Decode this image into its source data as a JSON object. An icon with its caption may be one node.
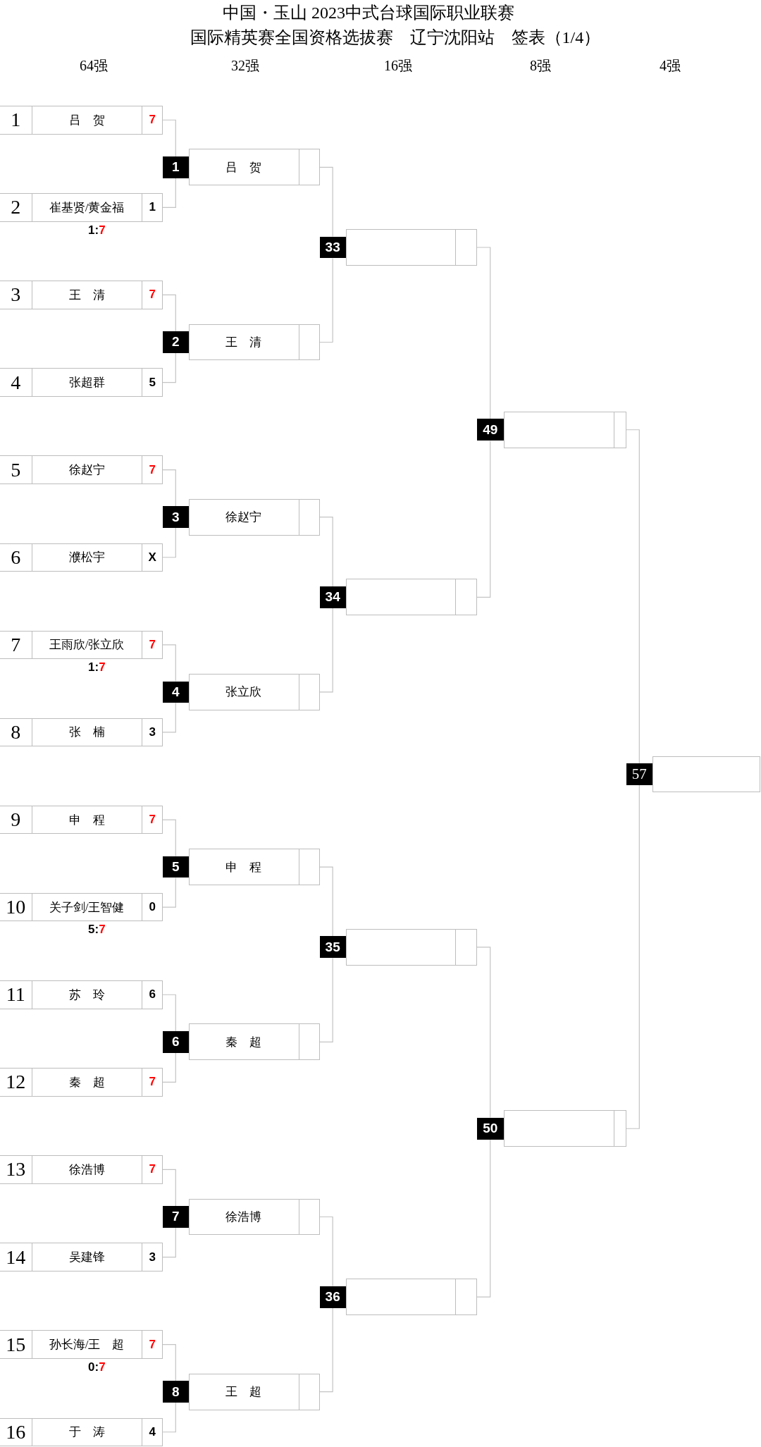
{
  "diagram": {
    "title": "中国・玉山 2023中式台球国际职业联赛",
    "nodes": [
      {
        "text": [
          "1",
          "吕　贺",
          "7"
        ]
      },
      {
        "text": [
          "2",
          "崔基贤/黄金福",
          "1"
        ],
        "beside": [
          "1:7"
        ]
      },
      {
        "text": [
          "3",
          "王　清",
          "7"
        ]
      },
      {
        "text": [
          "4",
          "张超群",
          "5"
        ]
      },
      {
        "text": [
          "5",
          "徐赵宁",
          "7"
        ]
      },
      {
        "text": [
          "6",
          "濮松宇",
          "X"
        ]
      },
      {
        "text": [
          "7",
          "王雨欣/张立欣",
          "7"
        ],
        "beside": [
          "1:7"
        ]
      },
      {
        "text": [
          "8",
          "张　楠",
          "3"
        ]
      },
      {
        "text": [
          "9",
          "申　程",
          "7"
        ]
      },
      {
        "text": [
          "10",
          "关子剑/王智健",
          "0"
        ],
        "beside": [
          "5:7"
        ]
      },
      {
        "text": [
          "11",
          "苏　玲",
          "6"
        ]
      },
      {
        "text": [
          "12",
          "秦　超",
          "7"
        ]
      },
      {
        "text": [
          "13",
          "徐浩博",
          "7"
        ]
      },
      {
        "text": [
          "14",
          "吴建锋",
          "3"
        ]
      },
      {
        "text": [
          "15",
          "孙长海/王　超",
          "7"
        ],
        "beside": [
          "0:7"
        ]
      },
      {
        "text": [
          "16",
          "于　涛",
          "4"
        ]
      },
      {
        "text": [
          "1"
        ]
      },
      {
        "text": [
          "吕　贺"
        ]
      },
      {
        "text": [
          "2"
        ]
      },
      {
        "text": [
          "王　清"
        ]
      },
      {
        "text": [
          "3"
        ]
      },
      {
        "text": [
          "徐赵宁"
        ]
      },
      {
        "text": [
          "4"
        ]
      },
      {
        "text": [
          "张立欣"
        ]
      },
      {
        "text": [
          "5"
        ]
      },
      {
        "text": [
          "申　程"
        ]
      },
      {
        "text": [
          "6"
        ]
      },
      {
        "text": [
          "秦　超"
        ]
      },
      {
        "text": [
          "7"
        ]
      },
      {
        "text": [
          "徐浩博"
        ]
      },
      {
        "text": [
          "8"
        ]
      },
      {
        "text": [
          "王　超"
        ]
      },
      {
        "text": [
          "33"
        ]
      },
      {
        "text": [],
        "shape": "box"
      },
      {
        "text": [
          "34"
        ]
      },
      {
        "text": [],
        "shape": "box"
      },
      {
        "text": [
          "35"
        ]
      },
      {
        "text": [],
        "shape": "box"
      },
      {
        "text": [
          "36"
        ]
      },
      {
        "text": [],
        "shape": "box"
      },
      {
        "text": [
          "49"
        ]
      },
      {
        "text": [],
        "shape": "box"
      },
      {
        "text": [
          "50"
        ]
      },
      {
        "text": [],
        "shape": "box"
      },
      {
        "text": [
          "57"
        ]
      },
      {
        "text": [],
        "shape": "box"
      }
    ],
    "edges": [
      {
        "from": 0,
        "to": 16,
        "arrow": "none"
      },
      {
        "from": 1,
        "to": 16,
        "arrow": "none"
      },
      {
        "from": 2,
        "to": 18,
        "arrow": "none"
      },
      {
        "from": 3,
        "to": 18,
        "arrow": "none"
      },
      {
        "from": 4,
        "to": 20,
        "arrow": "none"
      },
      {
        "from": 5,
        "to": 20,
        "arrow": "none"
      },
      {
        "from": 6,
        "to": 22,
        "arrow": "none"
      },
      {
        "from": 7,
        "to": 22,
        "arrow": "none"
      },
      {
        "from": 8,
        "to": 24,
        "arrow": "none"
      },
      {
        "from": 9,
        "to": 24,
        "arrow": "none"
      },
      {
        "from": 10,
        "to": 26,
        "arrow": "none"
      },
      {
        "from": 11,
        "to": 26,
        "arrow": "none"
      },
      {
        "from": 12,
        "to": 28,
        "arrow": "none"
      },
      {
        "from": 13,
        "to": 28,
        "arrow": "none"
      },
      {
        "from": 14,
        "to": 30,
        "arrow": "none"
      },
      {
        "from": 15,
        "to": 30,
        "arrow": "none"
      },
      {
        "from": 17,
        "to": 32,
        "arrow": "none"
      },
      {
        "from": 19,
        "to": 32,
        "arrow": "none"
      },
      {
        "from": 21,
        "to": 34,
        "arrow": "none"
      },
      {
        "from": 23,
        "to": 34,
        "arrow": "none"
      },
      {
        "from": 25,
        "to": 36,
        "arrow": "none"
      },
      {
        "from": 27,
        "to": 36,
        "arrow": "none"
      },
      {
        "from": 29,
        "to": 38,
        "arrow": "none"
      },
      {
        "from": 31,
        "to": 38,
        "arrow": "none"
      },
      {
        "from": 33,
        "to": 40,
        "arrow": "none"
      },
      {
        "from": 35,
        "to": 40,
        "arrow": "none"
      },
      {
        "from": 37,
        "to": 42,
        "arrow": "none"
      },
      {
        "from": 39,
        "to": 42,
        "arrow": "none"
      },
      {
        "from": 41,
        "to": 44,
        "arrow": "none"
      },
      {
        "from": 43,
        "to": 44,
        "arrow": "none"
      }
    ],
    "labels": [
      "国际精英赛全国资格选拔赛　辽宁沈阳站　签表（1/4）",
      "64强",
      "32强",
      "16强",
      "8强",
      "4强"
    ]
  }
}
